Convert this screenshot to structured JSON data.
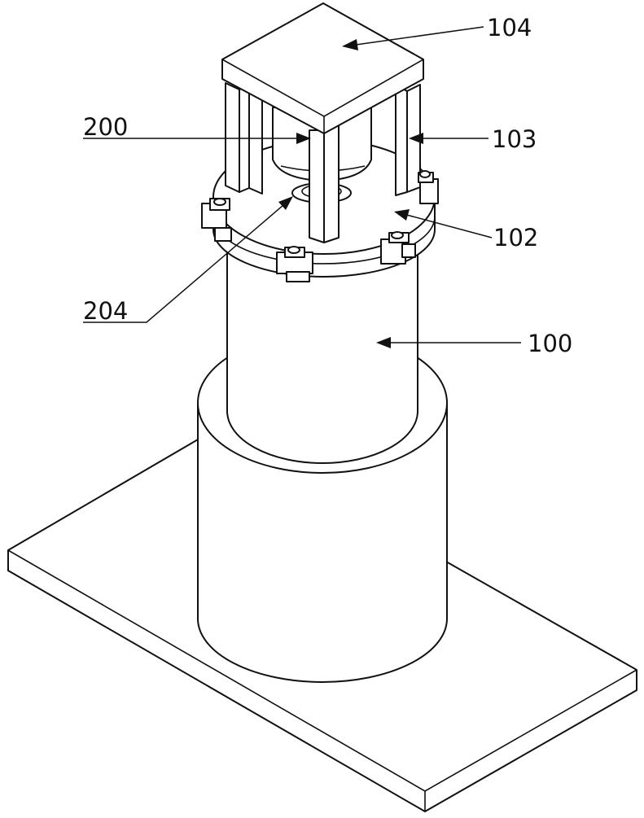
{
  "labels": {
    "l104": "104",
    "l200": "200",
    "l103": "103",
    "l102": "102",
    "l204": "204",
    "l100": "100"
  },
  "colors": {
    "line": "#111111",
    "background": "#ffffff"
  }
}
